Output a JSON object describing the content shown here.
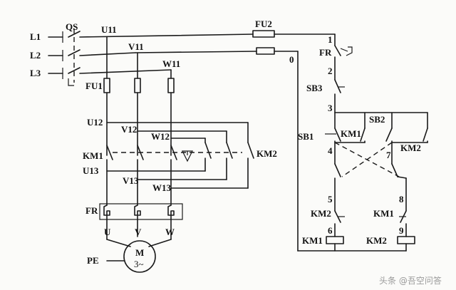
{
  "diagram": {
    "labels": {
      "l1": "L1",
      "l2": "L2",
      "l3": "L3",
      "qs": "QS",
      "u11": "U11",
      "v11": "V11",
      "w11": "W11",
      "fu1": "FU1",
      "fu2": "FU2",
      "u12": "U12",
      "v12": "V12",
      "w12": "W12",
      "km1_main": "KM1",
      "km2_main": "KM2",
      "u13": "U13",
      "v13": "V13",
      "w13": "W13",
      "fr_main": "FR",
      "u": "U",
      "v": "V",
      "w": "W",
      "pe": "PE",
      "motor_m": "M",
      "motor_phase": "3~",
      "n0": "0",
      "n1": "1",
      "fr_ctrl": "FR",
      "n2": "2",
      "sb3": "SB3",
      "n3": "3",
      "sb2": "SB2",
      "sb1": "SB1",
      "km1_hold": "KM1",
      "n4": "4",
      "n7": "7",
      "km2_hold": "KM2",
      "n5": "5",
      "n8": "8",
      "km2_int": "KM2",
      "km1_int": "KM1",
      "n9": "9",
      "n6": "6",
      "km1_coil": "KM1",
      "km2_coil": "KM2"
    }
  },
  "watermark": {
    "text": "头条 @吾空问答"
  }
}
